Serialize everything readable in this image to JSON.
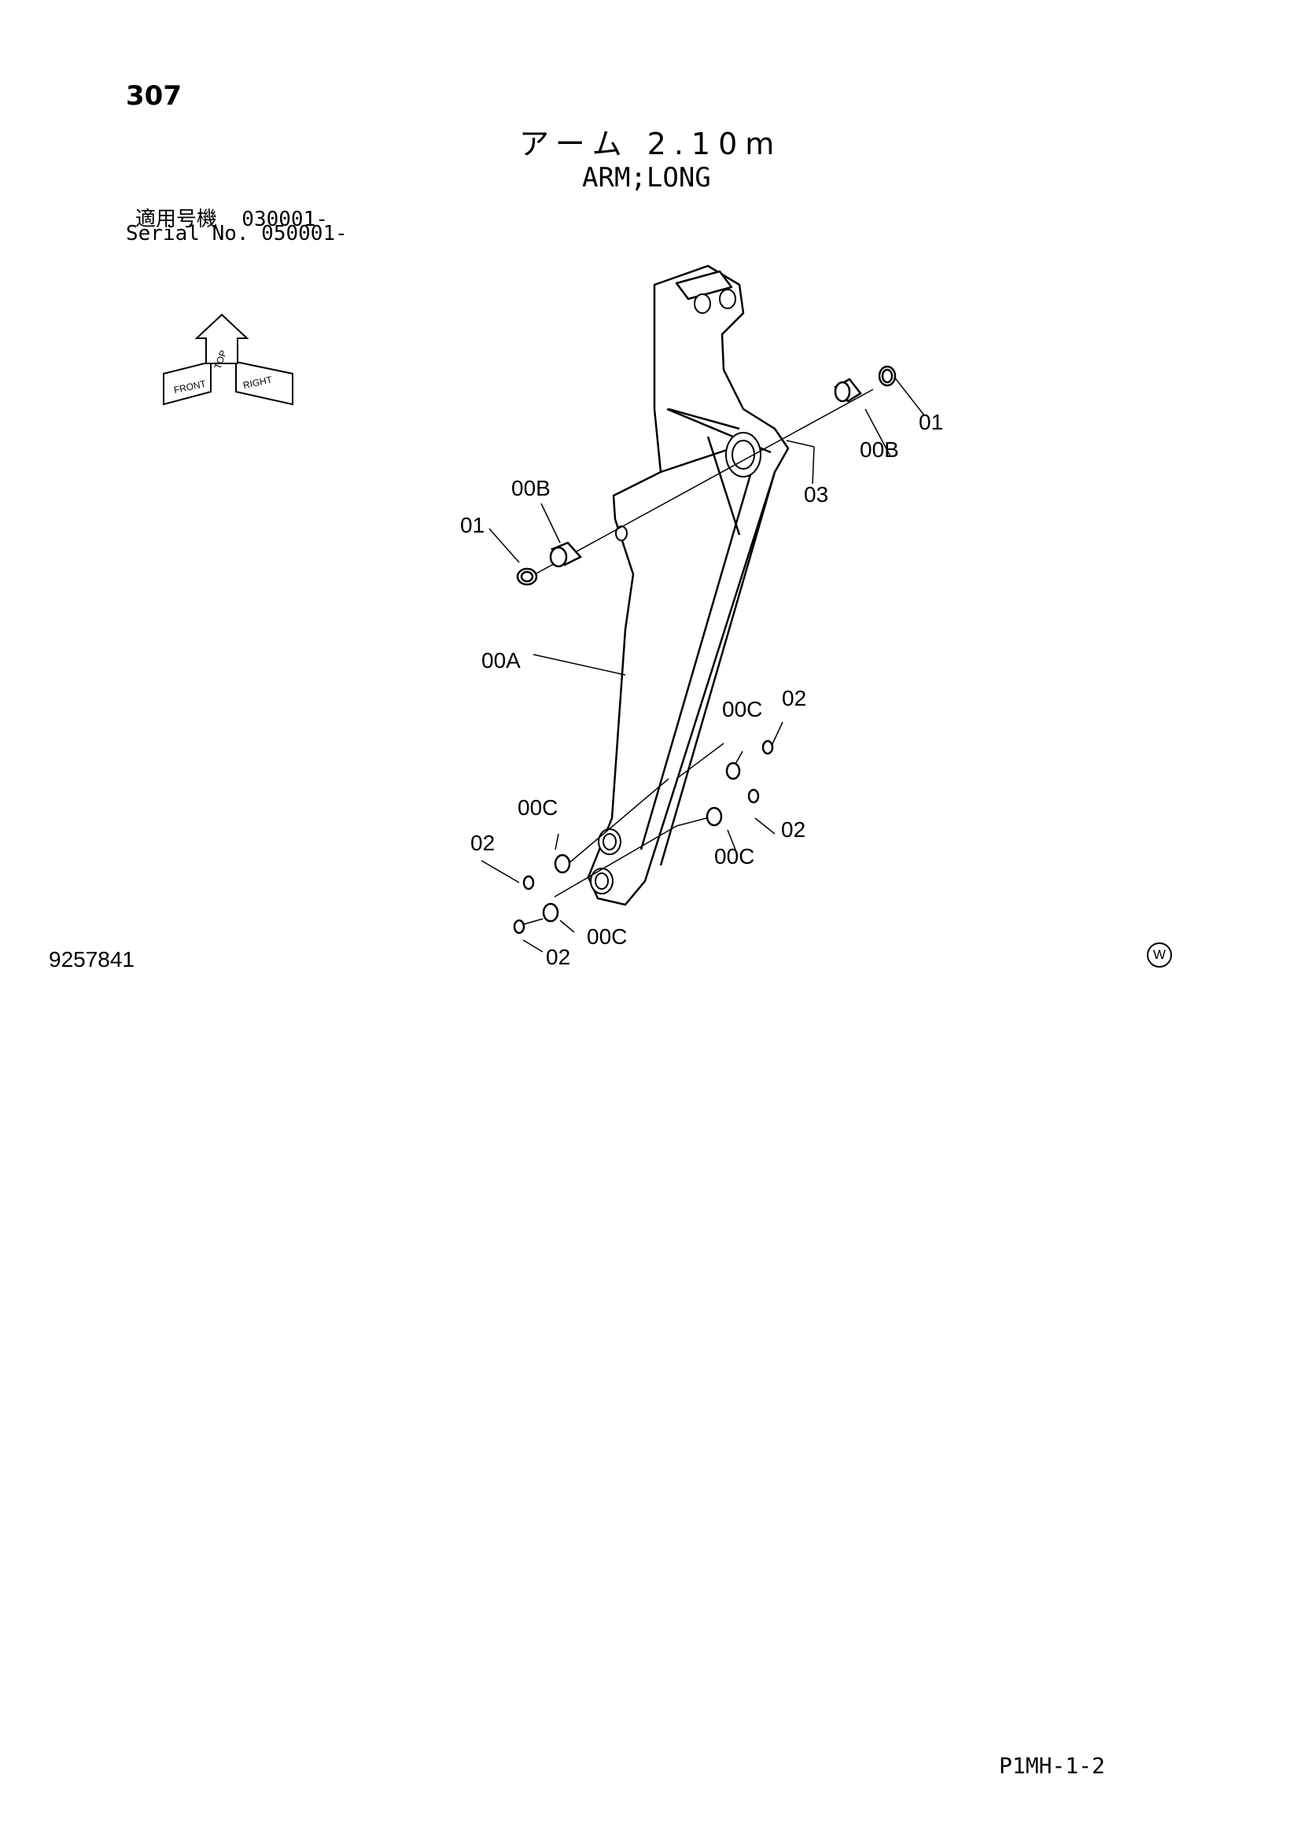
{
  "page_number": "307",
  "title_ja": "アーム 2.10m",
  "title_en": "ARM;LONG",
  "serial": {
    "line1": "適用号機  030001-",
    "line2": "Serial No. 050001-"
  },
  "orientation_icon": {
    "labels": [
      "FRONT",
      "TOP",
      "RIGHT"
    ]
  },
  "callouts": {
    "c01_right": "01",
    "c00B_right": "00B",
    "c03": "03",
    "c00B_left": "00B",
    "c01_left": "01",
    "c00A": "00A",
    "c00C_upper_right": "00C",
    "c02_upper_right": "02",
    "c00C_left_mid": "00C",
    "c02_left_mid": "02",
    "c02_lower_right": "02",
    "c00C_lower_right": "00C",
    "c00C_bottom": "00C",
    "c02_bottom": "02"
  },
  "drawing_number": "9257841",
  "mark": "W",
  "page_code": "P1MH-1-2"
}
